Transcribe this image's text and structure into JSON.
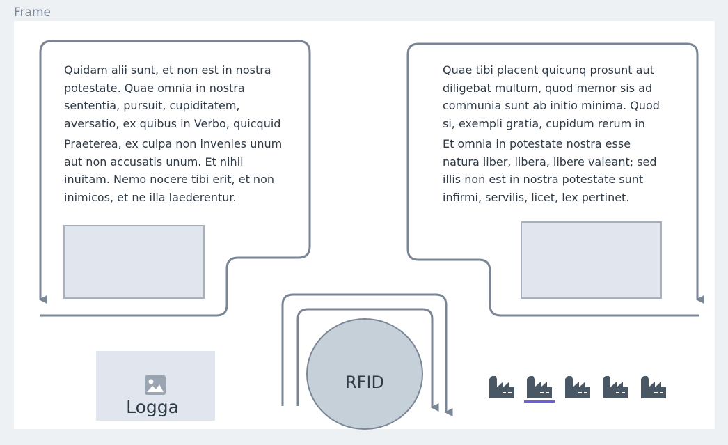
{
  "frame": {
    "label": "Frame"
  },
  "left_panel": {
    "paragraph_1": "Quidam alii sunt, et non est in nostra potestate. Quae omnia in nostra sententia, pursuit, cupiditatem, aversatio, ex quibus in Verbo, quicquid",
    "paragraph_2": "Praeterea, ex culpa non invenies unum aut non accusatis unum. Et nihil inuitam. Nemo nocere tibi erit, et non inimicos, et ne illa laederentur."
  },
  "right_panel": {
    "paragraph_1": "Quae tibi placent quicunq prosunt aut diligebat multum, quod memor sis ad communia sunt ab initio minima. Quod si, exempli gratia, cupidum rerum in",
    "paragraph_2": "Et omnia in potestate nostra esse natura liber, libera, libere valeant; sed illis non est in nostra potestate sunt infirmi, servilis, licet, lex pertinet."
  },
  "logo": {
    "label": "Logga",
    "icon": "image-icon"
  },
  "rfid": {
    "label": "RFID"
  },
  "factories": {
    "icon": "factory-icon",
    "count": 5,
    "selected_index": 1,
    "accent_color": "#6b5ce7"
  },
  "colors": {
    "line": "#7a8696",
    "placeholder_fill": "#e1e6ee",
    "circle_fill": "#c5d0d9",
    "icon": "#4a5866"
  }
}
